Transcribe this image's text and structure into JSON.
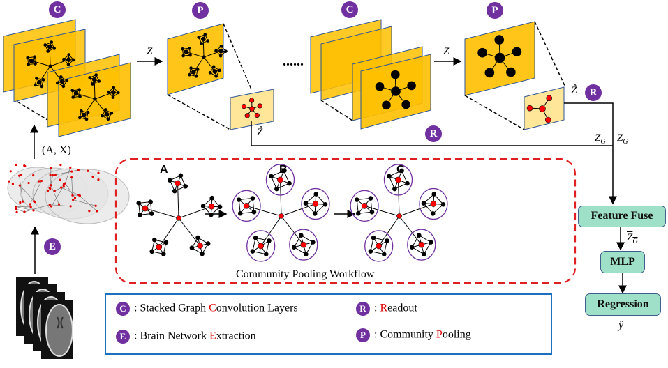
{
  "badges": {
    "conv1": "C",
    "pool1": "P",
    "conv2": "C",
    "pool2": "P",
    "readout_top": "R",
    "readout_mid": "R",
    "extraction": "E"
  },
  "arrow_labels": {
    "z1": "Z",
    "z2": "Z",
    "zhat1": "Ẑ",
    "zhat2": "Ẑ",
    "zg_left": "Z",
    "zg_left_sub": "G",
    "zg_right": "Z",
    "zg_right_sub": "G",
    "ax": "(A, X)",
    "zg_bar": "Z",
    "zg_bar_sub": "G",
    "y_hat": "ŷ",
    "ellipsis": "......"
  },
  "workflow": {
    "title": "Community Pooling Workflow",
    "stages": [
      "A",
      "B",
      "C"
    ]
  },
  "pipeline": {
    "feature_fuse": "Feature Fuse",
    "mlp": "MLP",
    "regression": "Regression"
  },
  "legend": {
    "items": [
      {
        "badge": "C",
        "prefix": ": Stacked Graph ",
        "highlight": "C",
        "suffix": "onvolution Layers"
      },
      {
        "badge": "R",
        "prefix": ": ",
        "highlight": "R",
        "suffix": "eadout"
      },
      {
        "badge": "E",
        "prefix": ": Brain Network ",
        "highlight": "E",
        "suffix": "xtraction"
      },
      {
        "badge": "P",
        "prefix": ": Community ",
        "highlight": "P",
        "suffix": "ooling"
      }
    ]
  },
  "colors": {
    "badge": "#7030a0",
    "plane": "#ffc000",
    "pooled_plane": "#ffe699",
    "highlight_red": "#e00000",
    "pipeline_box": "#9fe0c8",
    "legend_border": "#1f6fbf",
    "workflow_border": "#e02020",
    "community_circle": "#7030a0"
  }
}
